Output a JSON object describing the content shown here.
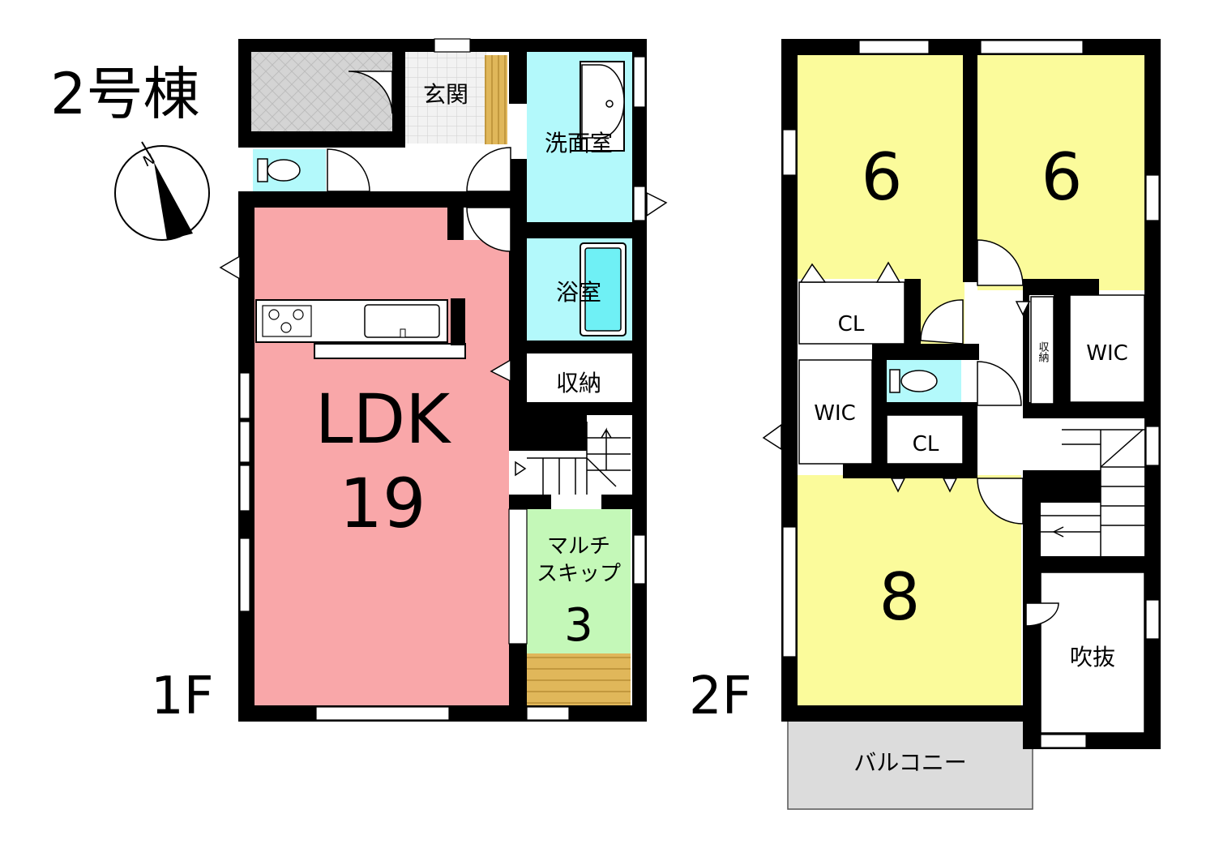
{
  "title": "2号棟",
  "compass_letter": "N",
  "floors": {
    "first": {
      "label": "1F",
      "rooms": {
        "entrance": "玄関",
        "washroom": "洗面室",
        "bathroom": "浴室",
        "storage": "収納",
        "ldk_name": "LDK",
        "ldk_size": "19",
        "multi_line1": "マルチ",
        "multi_line2": "スキップ",
        "multi_size": "3"
      }
    },
    "second": {
      "label": "2F",
      "rooms": {
        "room_left_size": "6",
        "room_right_size": "6",
        "closet_top": "CL",
        "wic_left": "WIC",
        "closet_mid": "CL",
        "wic_right": "WIC",
        "storage_small": "収納",
        "room_bottom_size": "8",
        "void": "吹抜",
        "balcony": "バルコニー"
      }
    }
  },
  "colors": {
    "ldk": "#f9a7a9",
    "bedroom": "#fbfb9b",
    "water": "#b3f9fb",
    "multi": "#c4f8b8",
    "storage_yellow": "#d9b55c",
    "balcony": "#dcdcdc",
    "wall": "#000000"
  }
}
